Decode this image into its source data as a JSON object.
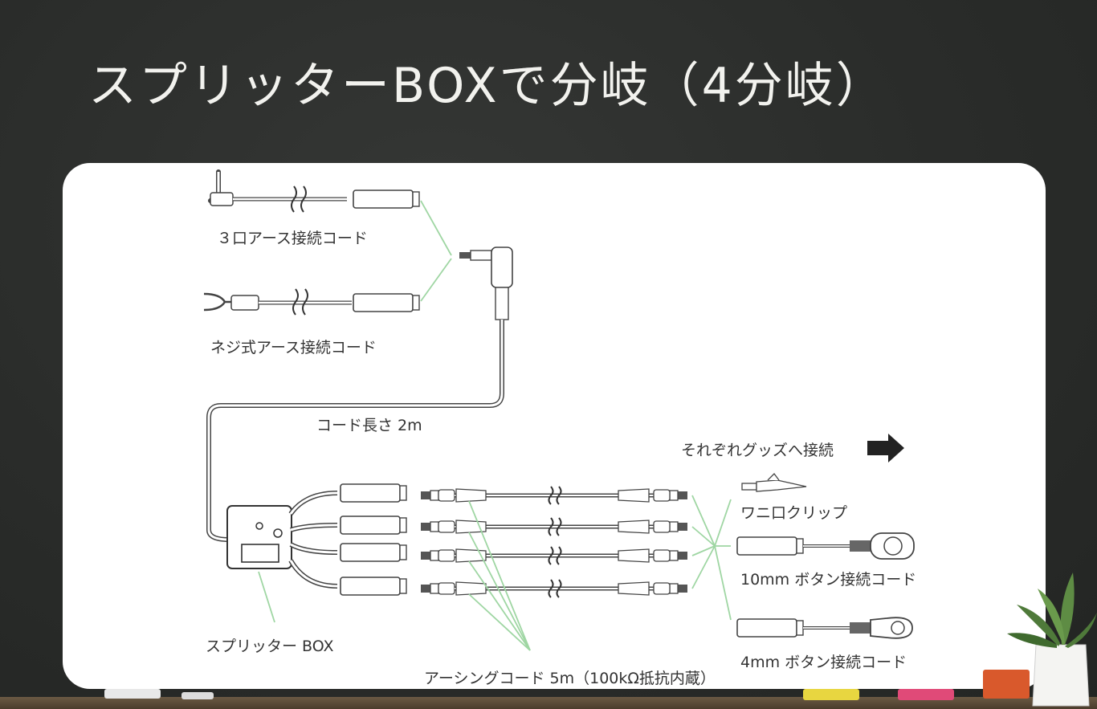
{
  "title": "スプリッターBOXで分岐（4分岐）",
  "labels": {
    "three_port_cord": "３口アース接続コード",
    "screw_cord": "ネジ式アース接続コード",
    "cord_length": "コード長さ 2m",
    "connect_goods": "それぞれグッズへ接続",
    "alligator_clip": "ワニ口クリップ",
    "button_10mm": "10mm ボタン接続コード",
    "button_4mm": "4mm ボタン接続コード",
    "splitter_box": "スプリッター BOX",
    "earthing_cord": "アーシングコード 5m（100kΩ抵抗内蔵）"
  },
  "colors": {
    "board": "#2b2d2b",
    "panel": "#ffffff",
    "guide_line": "#9fd6a3",
    "ink": "#333333"
  }
}
